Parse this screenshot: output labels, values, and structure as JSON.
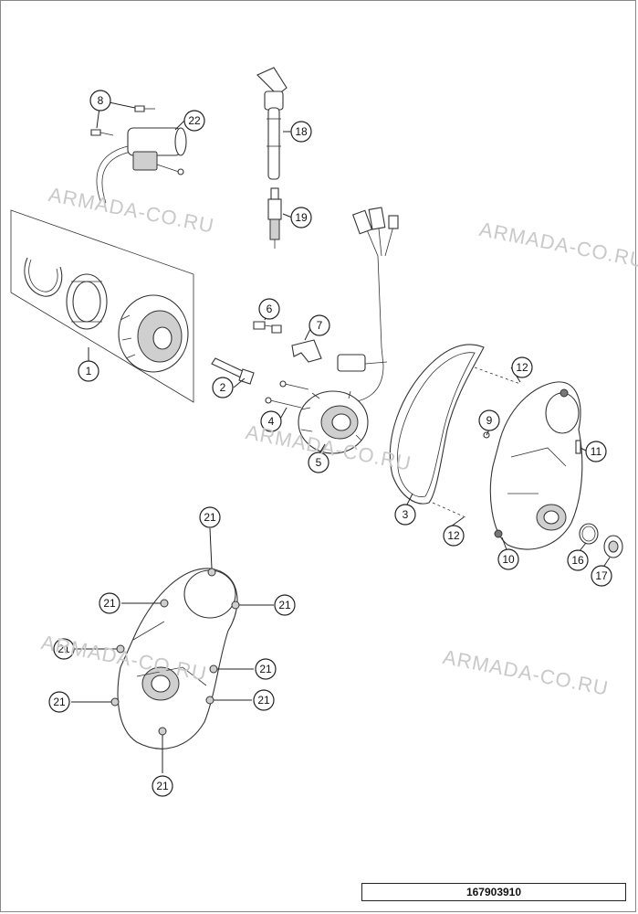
{
  "watermark_text": "ARMADA-CO.RU",
  "drawing_number": "167903910",
  "callouts": [
    {
      "id": "c1",
      "label": "1"
    },
    {
      "id": "c2",
      "label": "2"
    },
    {
      "id": "c3",
      "label": "3"
    },
    {
      "id": "c4",
      "label": "4"
    },
    {
      "id": "c5",
      "label": "5"
    },
    {
      "id": "c6",
      "label": "6"
    },
    {
      "id": "c7",
      "label": "7"
    },
    {
      "id": "c8",
      "label": "8"
    },
    {
      "id": "c9",
      "label": "9"
    },
    {
      "id": "c10",
      "label": "10"
    },
    {
      "id": "c11",
      "label": "11"
    },
    {
      "id": "c12a",
      "label": "12"
    },
    {
      "id": "c12b",
      "label": "12"
    },
    {
      "id": "c16",
      "label": "16"
    },
    {
      "id": "c17",
      "label": "17"
    },
    {
      "id": "c18",
      "label": "18"
    },
    {
      "id": "c19",
      "label": "19"
    },
    {
      "id": "c21a",
      "label": "21"
    },
    {
      "id": "c21b",
      "label": "21"
    },
    {
      "id": "c21c",
      "label": "21"
    },
    {
      "id": "c21d",
      "label": "21"
    },
    {
      "id": "c21e",
      "label": "21"
    },
    {
      "id": "c21f",
      "label": "21"
    },
    {
      "id": "c21g",
      "label": "21"
    },
    {
      "id": "c21h",
      "label": "21"
    },
    {
      "id": "c22",
      "label": "22"
    }
  ]
}
